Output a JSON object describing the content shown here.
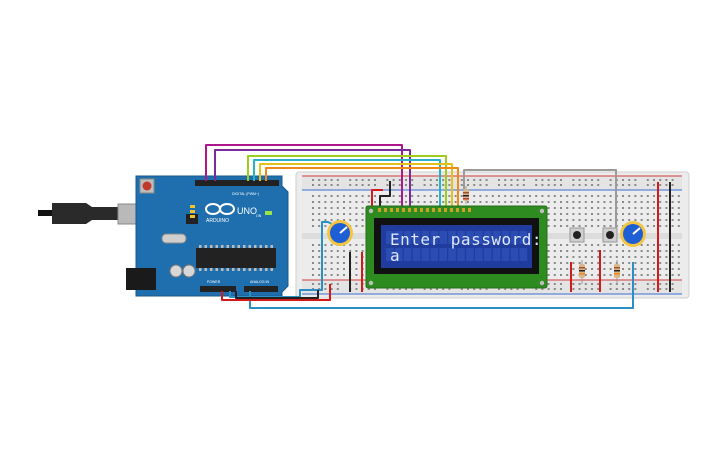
{
  "arduino": {
    "brand": "ARDUINO",
    "model": "UNO",
    "header_digital": "DIGITAL (PWM~)",
    "header_power": "POWER",
    "header_analog": "ANALOG IN",
    "on_label": "ON",
    "led_labels": [
      "L",
      "TX",
      "RX"
    ]
  },
  "lcd": {
    "line1": "Enter password:",
    "line2": "a"
  },
  "colors": {
    "board": "#1f6fae",
    "breadboard": "#ececec",
    "lcd_frame": "#2e8b1f",
    "lcd_screen": "#1f3c9e",
    "wire_magenta": "#b0168c",
    "wire_purple": "#7b2a9b",
    "wire_lime": "#9ccc1e",
    "wire_cyan": "#27b3c6",
    "wire_yellow": "#e2c21a",
    "wire_orange": "#f08a16",
    "wire_red": "#d21a1a",
    "wire_black": "#222222",
    "wire_blue": "#2a8fc4",
    "wire_gray": "#9a9a9a",
    "pot_knob": "#1e5fd6"
  }
}
